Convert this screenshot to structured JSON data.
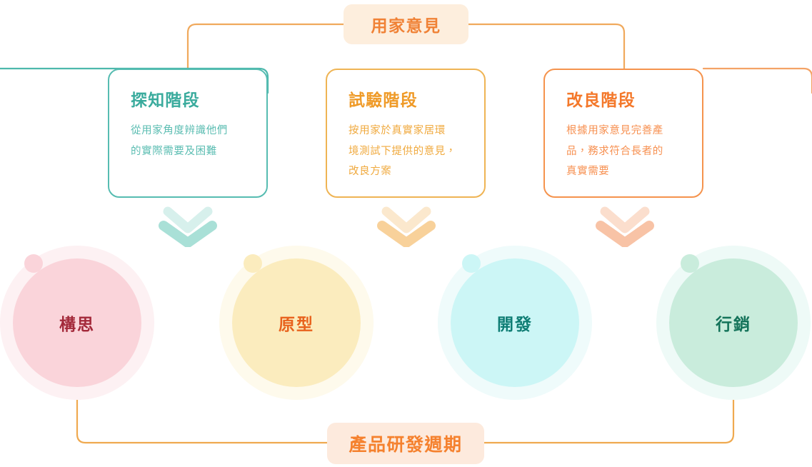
{
  "diagram": {
    "title_top": "用家意見",
    "title_bottom": "產品研發週期",
    "colors": {
      "orange_line": "#f0a95c",
      "teal_line": "#4db8ac",
      "pill_bg_top": "#fdeedd",
      "pill_text_top": "#f08236",
      "pill_bg_bottom": "#fdeadd",
      "pill_text_bottom": "#f5812e"
    }
  },
  "cards": [
    {
      "title": "探知階段",
      "lines": [
        "從用家角度辨識他們",
        "的實際需要及困難"
      ],
      "border_color": "#56bcb1",
      "title_color": "#3aab9d",
      "body_color": "#5bbdb2"
    },
    {
      "title": "試驗階段",
      "lines": [
        "按用家於真實家居環",
        "境測試下提供的意見，",
        "改良方案"
      ],
      "border_color": "#efb454",
      "title_color": "#ef9a27",
      "body_color": "#f0aa3f"
    },
    {
      "title": "改良階段",
      "lines": [
        "根據用家意見完善產",
        "品，務求符合長者的",
        "真實需要"
      ],
      "border_color": "#f5934d",
      "title_color": "#f4782a",
      "body_color": "#f79152"
    }
  ],
  "chevrons": [
    {
      "name": "chevron-down-teal",
      "top_color": "#d7f0ec",
      "bottom_color": "#a9e0d7"
    },
    {
      "name": "chevron-down-amber",
      "top_color": "#fbe8cd",
      "bottom_color": "#f8d19a"
    },
    {
      "name": "chevron-down-salmon",
      "top_color": "#fbdecd",
      "bottom_color": "#f8c3a6"
    }
  ],
  "nodes": [
    {
      "label": "構思",
      "halo": "#fdf1f3",
      "core": "#fad4da",
      "text": "#a3293a"
    },
    {
      "label": "原型",
      "halo": "#fefaec",
      "core": "#fbecbe",
      "text": "#e8621d"
    },
    {
      "label": "開發",
      "halo": "#effbfb",
      "core": "#ccf6f6",
      "text": "#0e7d74"
    },
    {
      "label": "行銷",
      "halo": "#eefaf7",
      "core": "#c9ecdc",
      "text": "#14735a"
    }
  ]
}
